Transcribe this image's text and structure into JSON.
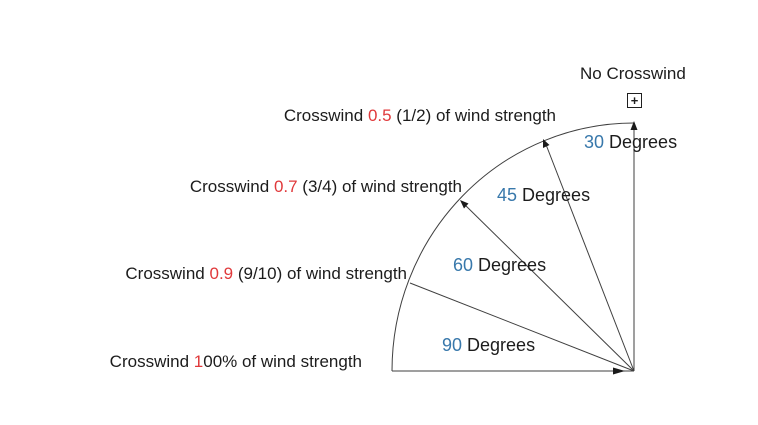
{
  "diagram": {
    "title_hint": "Crosswind component versus wind angle",
    "no_crosswind_label": "No Crosswind",
    "expand_icon_glyph": "+",
    "crosswind_labels": [
      {
        "prefix": "Crosswind ",
        "value": "0.5",
        "suffix": " (1/2) of wind strength",
        "angle_deg": 30
      },
      {
        "prefix": "Crosswind ",
        "value": "0.7",
        "suffix": " (3/4) of wind strength",
        "angle_deg": 45
      },
      {
        "prefix": "Crosswind ",
        "value": "0.9",
        "suffix": " (9/10) of wind strength",
        "angle_deg": 60
      },
      {
        "prefix": "Crosswind ",
        "value": "1",
        "suffix": "00% of wind strength",
        "angle_deg": 90
      }
    ],
    "angle_labels": [
      {
        "value": "30",
        "suffix": " Degrees"
      },
      {
        "value": "45",
        "suffix": " Degrees"
      },
      {
        "value": "60",
        "suffix": " Degrees"
      },
      {
        "value": "90",
        "suffix": " Degrees"
      }
    ],
    "colors": {
      "value_red": "#e0393b",
      "angle_blue": "#3878ab",
      "line": "#3f3f3f",
      "text": "#1c1c1c"
    }
  }
}
